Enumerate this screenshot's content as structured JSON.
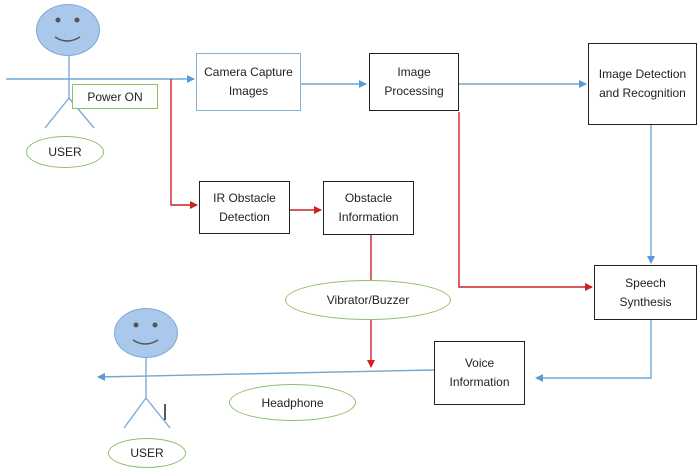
{
  "diagram": {
    "actors": [
      {
        "id": "user_top",
        "label": "USER"
      },
      {
        "id": "user_bottom",
        "label": "USER"
      }
    ],
    "power_label": "Power ON",
    "nodes": [
      {
        "id": "camera",
        "label": "Camera Capture\nImages"
      },
      {
        "id": "processing",
        "label": "Image\nProcessing"
      },
      {
        "id": "detection",
        "label": "Image Detection\nand Recognition"
      },
      {
        "id": "ir",
        "label": "IR Obstacle\nDetection"
      },
      {
        "id": "obstacle_info",
        "label": "Obstacle\nInformation"
      },
      {
        "id": "speech",
        "label": "Speech\nSynthesis"
      },
      {
        "id": "voice",
        "label": "Voice\nInformation"
      }
    ],
    "outputs": [
      {
        "id": "vibrator",
        "label": "Vibrator/Buzzer"
      },
      {
        "id": "headphone",
        "label": "Headphone"
      }
    ],
    "colors": {
      "flow_blue": "#6fa8d6",
      "flow_red": "#cc2222",
      "actor_fill": "#a9c8ec",
      "ellipse_border": "#8fbf6a"
    }
  }
}
